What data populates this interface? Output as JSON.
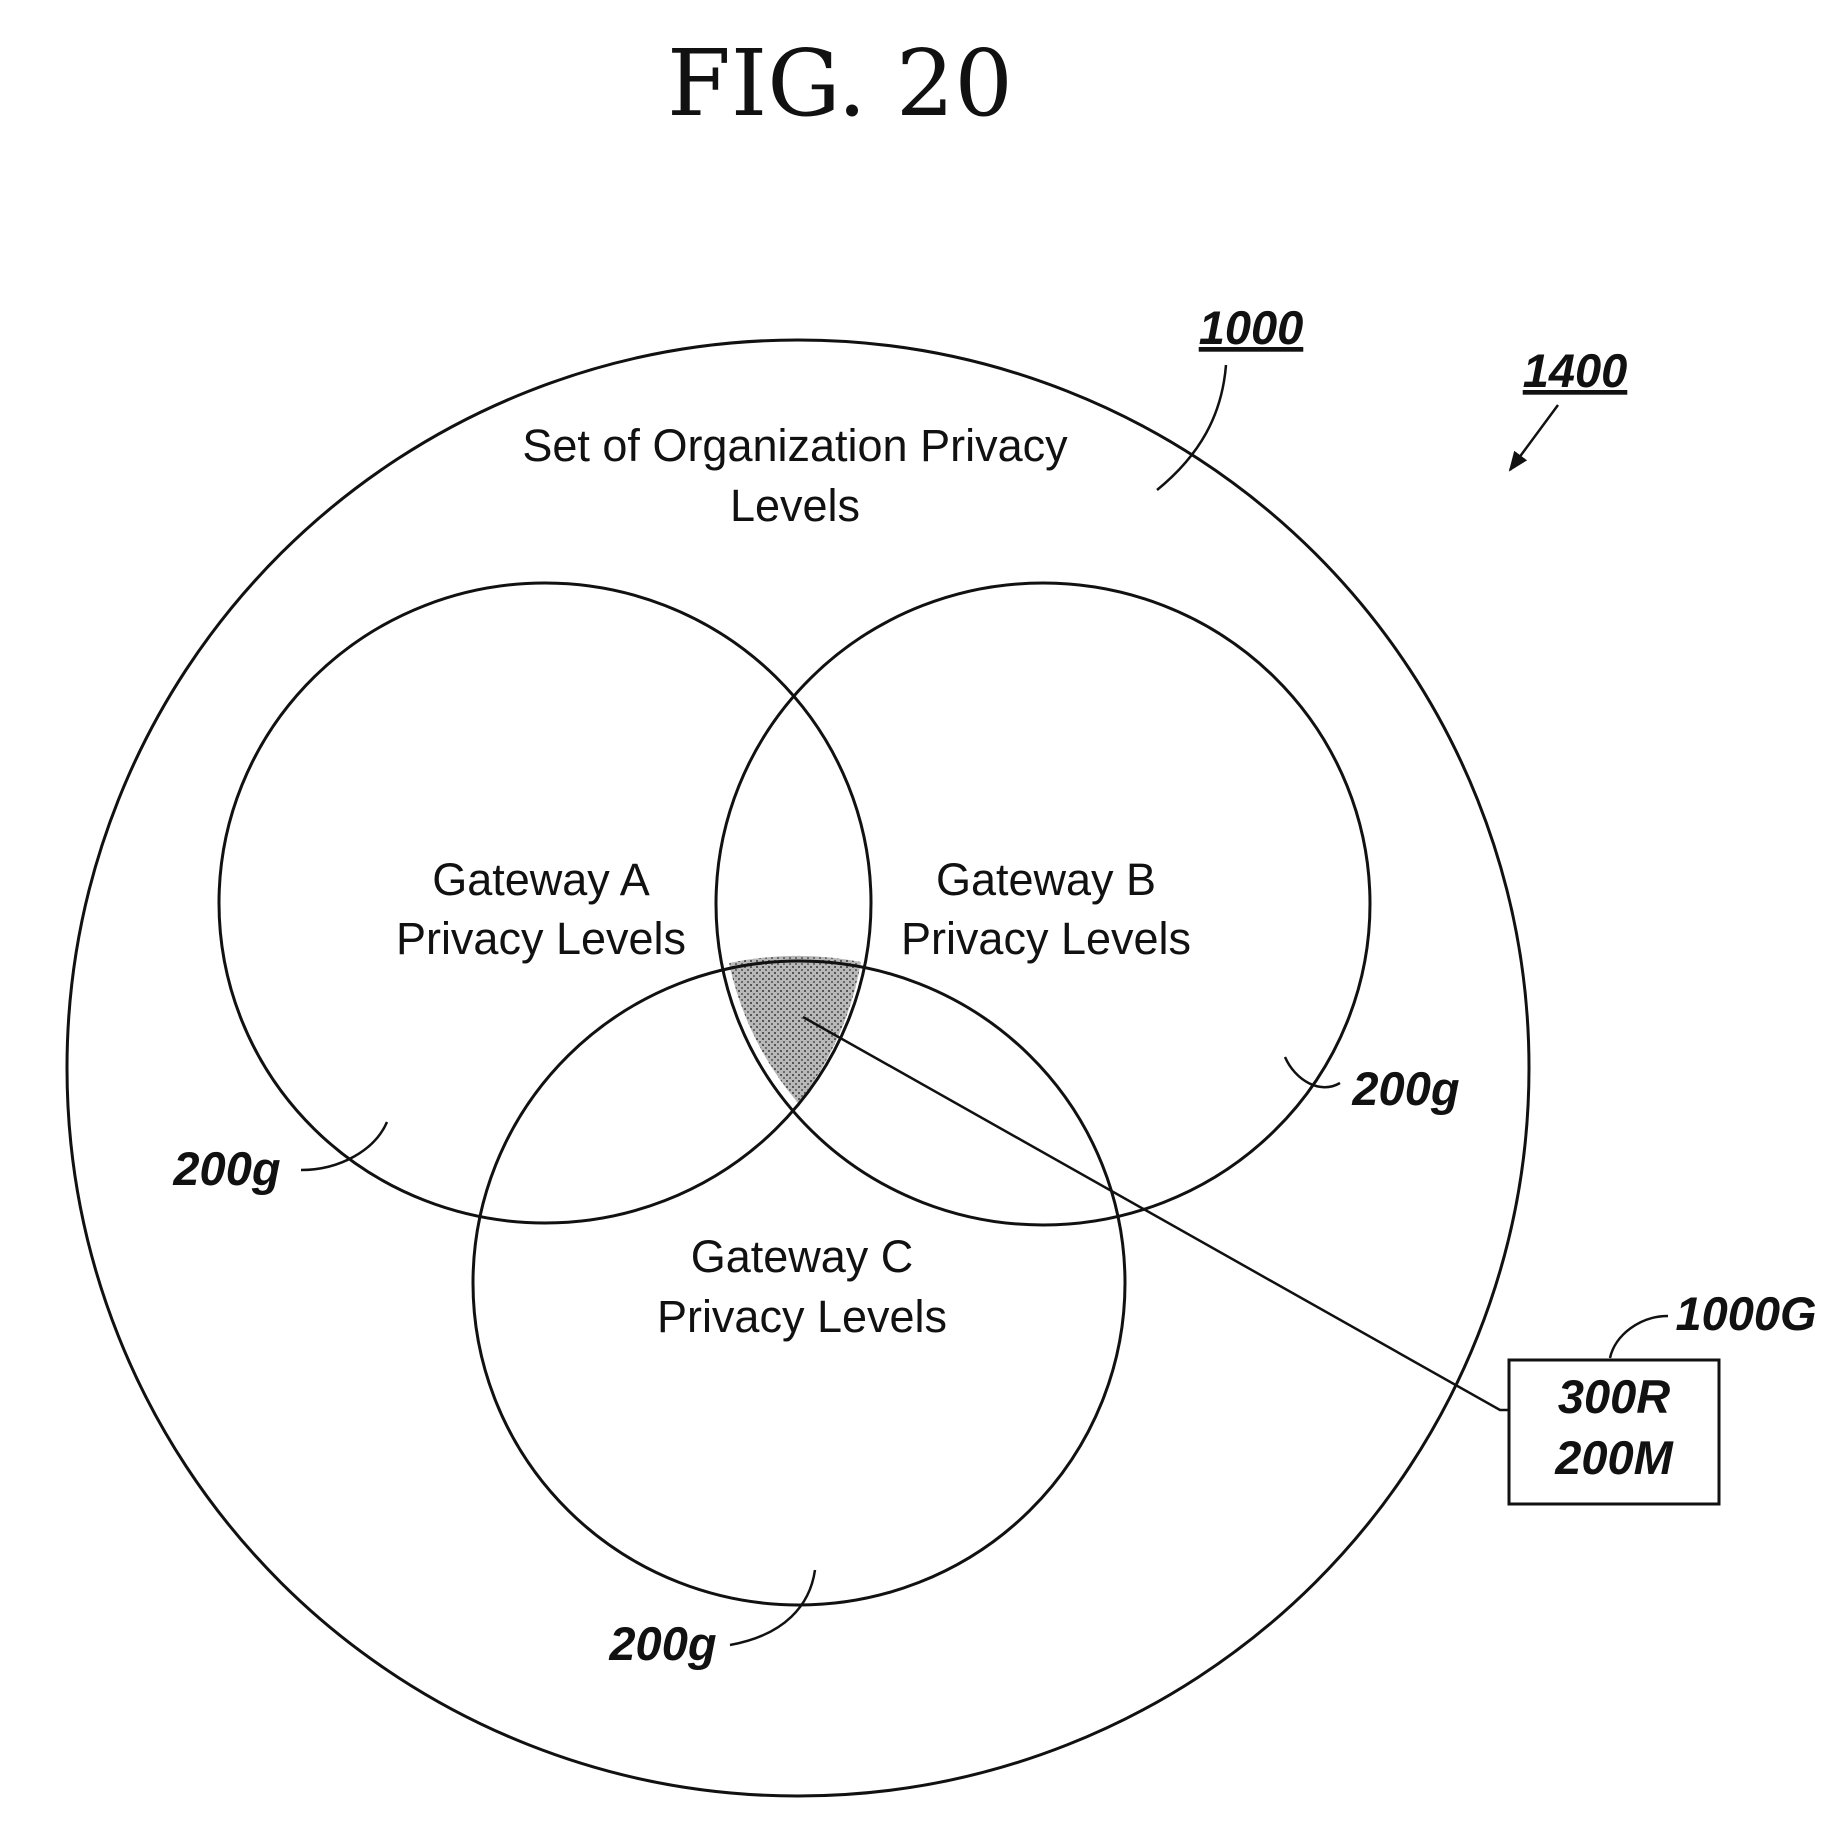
{
  "figure": {
    "title": "FIG. 20",
    "ref_overall": "1400",
    "outer_set": {
      "label_line1": "Set of Organization Privacy",
      "label_line2": "Levels",
      "ref": "1000"
    },
    "gateways": [
      {
        "id": "a",
        "line1": "Gateway A",
        "line2": "Privacy Levels",
        "ref": "200g"
      },
      {
        "id": "b",
        "line1": "Gateway B",
        "line2": "Privacy Levels",
        "ref": "200g"
      },
      {
        "id": "c",
        "line1": "Gateway C",
        "line2": "Privacy Levels",
        "ref": "200g"
      }
    ],
    "intersection": {
      "ref": "1000G",
      "box_line1": "300R",
      "box_line2": "200M",
      "fill_color": "#a6a6a6"
    }
  }
}
